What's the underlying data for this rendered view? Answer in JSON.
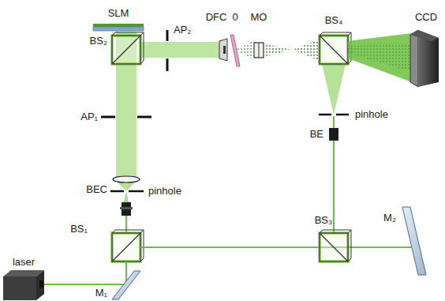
{
  "diagram": {
    "labels": [
      "SLM",
      "AP₂",
      "DFC",
      "0",
      "MO",
      "BS₄",
      "CCD",
      "BS₂",
      "AP₁",
      "pinhole",
      "BEC",
      "pinhole",
      "BE",
      "BS₁",
      "BS₃",
      "M₂",
      "laser",
      "M₁"
    ]
  }
}
